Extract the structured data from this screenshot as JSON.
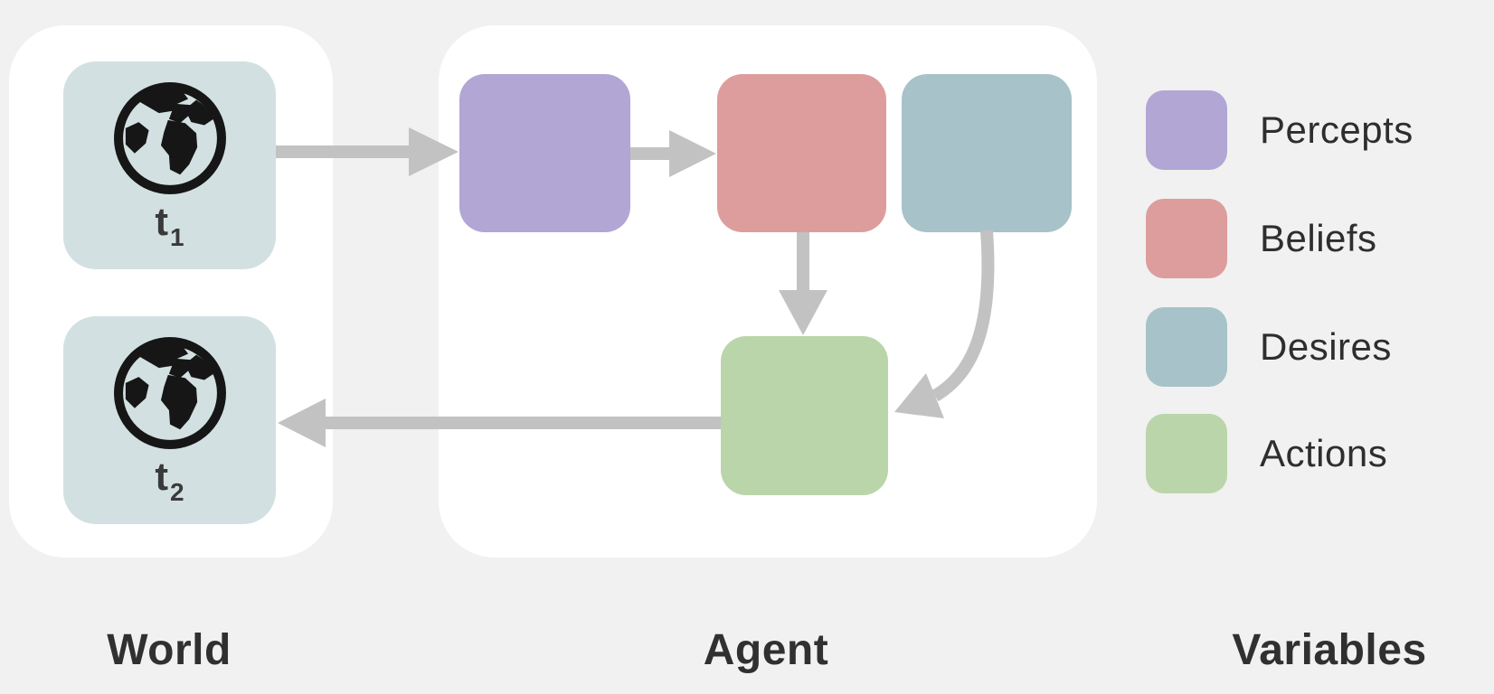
{
  "colors": {
    "background": "#f1f1f1",
    "panel": "#ffffff",
    "world_state_bg": "#d3e0e2",
    "globe": "#161616",
    "percepts": "#b1a6d4",
    "beliefs": "#dd9d9d",
    "desires": "#a7c2c8",
    "actions": "#bad5a9",
    "arrow": "#c2c2c2",
    "caption_text": "#303030"
  },
  "world": {
    "caption": "World",
    "states": [
      {
        "id": "t1",
        "label_base": "t",
        "label_sub": "1",
        "icon": "globe-icon"
      },
      {
        "id": "t2",
        "label_base": "t",
        "label_sub": "2",
        "icon": "globe-icon"
      }
    ]
  },
  "agent": {
    "caption": "Agent",
    "nodes": [
      {
        "id": "percepts",
        "color": "#b1a6d4"
      },
      {
        "id": "beliefs",
        "color": "#dd9d9d"
      },
      {
        "id": "desires",
        "color": "#a7c2c8"
      },
      {
        "id": "actions",
        "color": "#bad5a9"
      }
    ]
  },
  "legend": {
    "caption": "Variables",
    "items": [
      {
        "label": "Percepts",
        "color": "#b1a6d4"
      },
      {
        "label": "Beliefs",
        "color": "#dd9d9d"
      },
      {
        "label": "Desires",
        "color": "#a7c2c8"
      },
      {
        "label": "Actions",
        "color": "#bad5a9"
      }
    ]
  },
  "edges": [
    {
      "from": "world-t1",
      "to": "percepts",
      "style": "straight"
    },
    {
      "from": "percepts",
      "to": "beliefs",
      "style": "straight"
    },
    {
      "from": "beliefs",
      "to": "actions",
      "style": "straight"
    },
    {
      "from": "desires",
      "to": "actions",
      "style": "curved"
    },
    {
      "from": "actions",
      "to": "world-t2",
      "style": "straight"
    }
  ]
}
